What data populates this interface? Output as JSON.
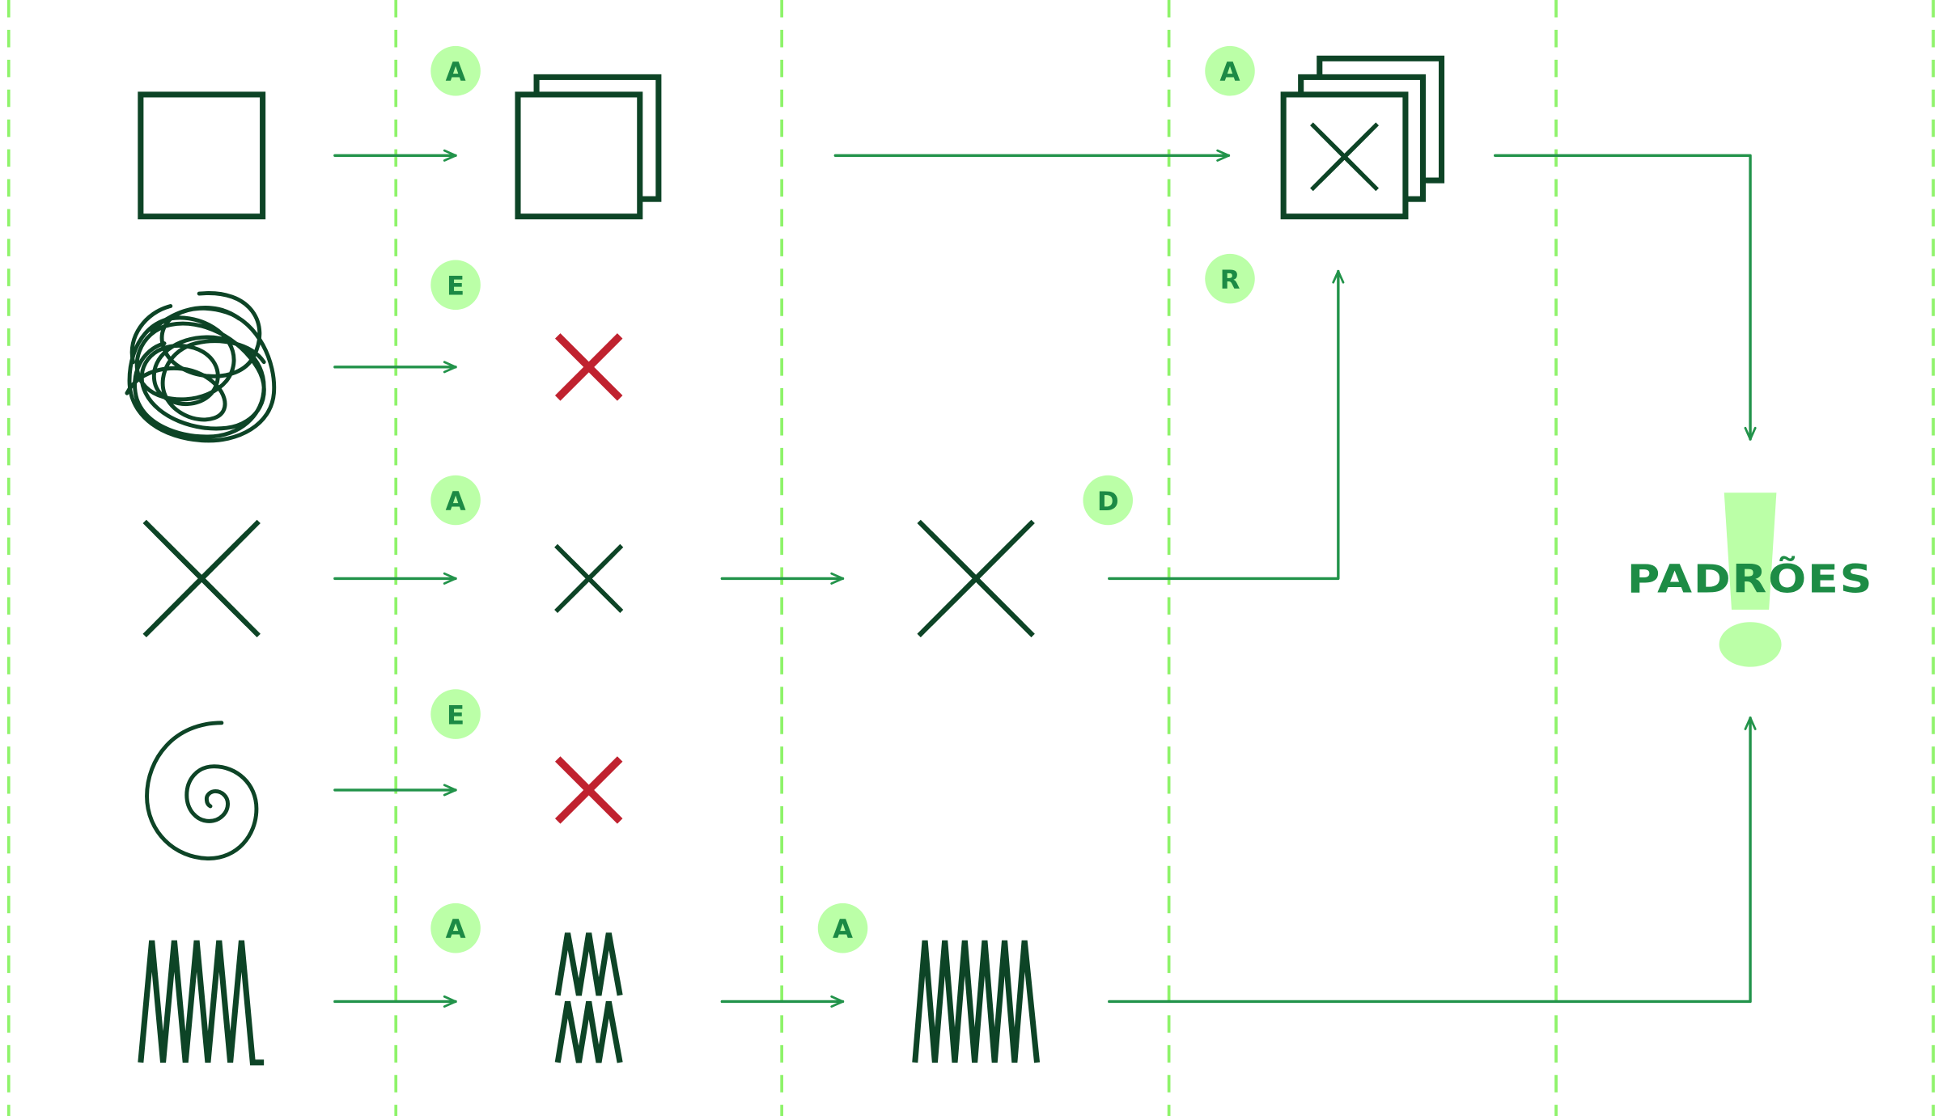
{
  "diagram": {
    "title": "PADRÕES",
    "badges": {
      "r1_stack": "A",
      "r1_final": "A",
      "r2_reject": "E",
      "r2_final": "R",
      "r3_small": "A",
      "r3_big": "D",
      "r4_reject": "E",
      "r5_small": "A",
      "r5_big": "A"
    },
    "icons": {
      "row1_source": "square-icon",
      "row1_stack": "stacked-squares-icon",
      "row1_final": "stacked-grid-squares-icon",
      "row2_source": "tangle-scribble-icon",
      "row2_result": "red-x-icon",
      "row3_source": "diamond-grid-icon",
      "row3_small": "small-diamond-grid-icon",
      "row3_big": "diamond-grid-icon",
      "row4_source": "spiral-icon",
      "row4_result": "red-x-icon",
      "row5_source": "zigzag-icon",
      "row5_small": "double-zigzag-icon",
      "row5_big": "zigzag-icon",
      "goal": "exclamation-mark-icon"
    },
    "colors": {
      "guide": "#8ef36a",
      "connector": "#22934a",
      "shape": "#0d4426",
      "reject": "#c0222f",
      "badge": "#bbffa7",
      "badge_text": "#1c8a45",
      "title": "#1d8c45"
    }
  }
}
